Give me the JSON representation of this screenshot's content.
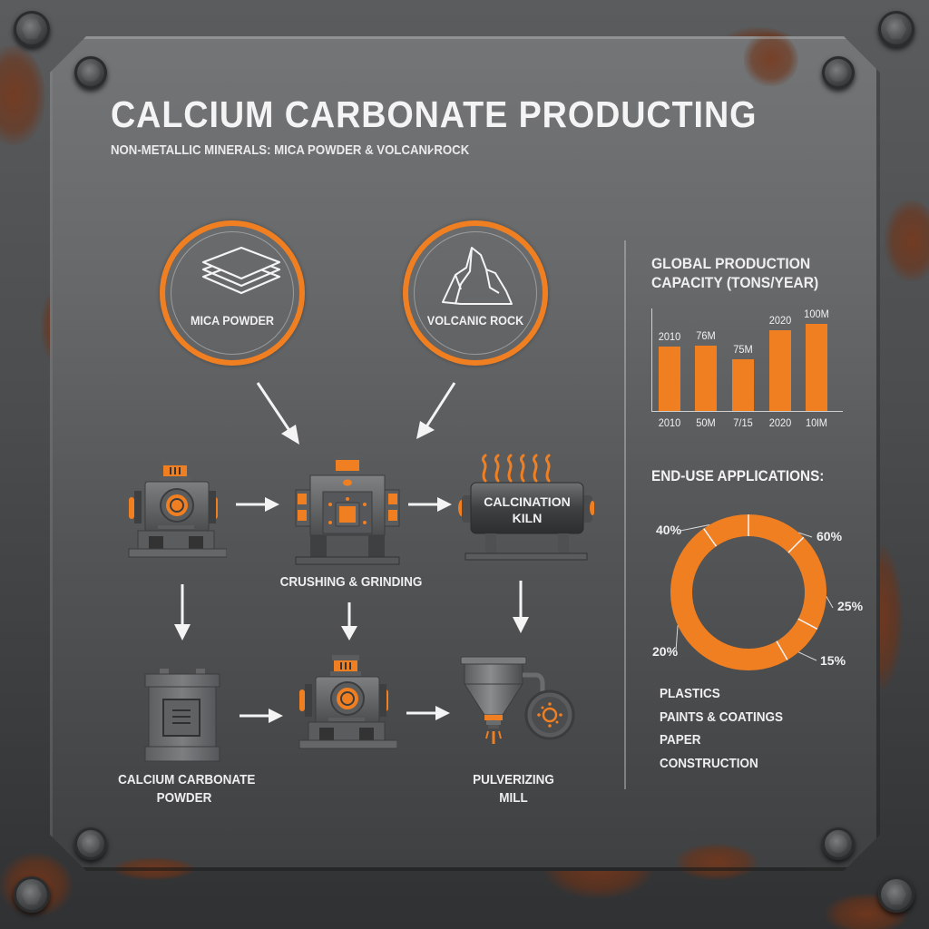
{
  "header": {
    "title": "CALCIUM CARBONATE PRODUCTING",
    "subtitle": "NON-METALLIC MINERALS: MICA POWDER & VOLCANI̷ ROCK"
  },
  "sources": [
    {
      "label": "MICA POWDER",
      "icon": "layers-icon"
    },
    {
      "label": "VOLCANIC ROCK",
      "icon": "mountain-rock-icon"
    }
  ],
  "process": {
    "steps": [
      {
        "id": "feeder",
        "label": "",
        "icon": "gear-motor-icon"
      },
      {
        "id": "crushing",
        "label": "CRUSHING & GRINDING",
        "icon": "crusher-machine-icon"
      },
      {
        "id": "kiln",
        "label": "CALCINATION KILN",
        "label_line1": "CALCINATION",
        "label_line2": "KILN",
        "icon": "kiln-icon"
      },
      {
        "id": "product",
        "label": "CALCIUM CARBONATE POWDER",
        "label_line1": "CALCIUM CARBONATE",
        "label_line2": "POWDER",
        "icon": "container-icon"
      },
      {
        "id": "mill-motor",
        "label": "",
        "icon": "gear-motor-icon"
      },
      {
        "id": "pulverizer",
        "label": "PULVERIZING MILL",
        "label_line1": "PULVERIZING",
        "label_line2": "MILL",
        "icon": "hopper-mill-icon"
      }
    ]
  },
  "colors": {
    "accent": "#f07f22",
    "plate_top": "#737577",
    "plate_bottom": "#3e4042",
    "text": "#f2f2f2"
  },
  "capacity": {
    "title_line1": "GLOBAL PRODUCTION",
    "title_line2": "CAPACITY (TONS/YEAR)"
  },
  "applications": {
    "title": "END-USE APPLICATIONS:",
    "legend": [
      "PLASTICS",
      "PAINTS & COATINGS",
      "PAPER",
      "CONSTRUCTION"
    ]
  },
  "chart_data": [
    {
      "type": "bar",
      "title": "GLOBAL PRODUCTION CAPACITY (TONS/YEAR)",
      "categories": [
        "2010",
        "50M",
        "7/15",
        "2020",
        "10lM"
      ],
      "top_labels": [
        "2010",
        "76M",
        "75M",
        "2020",
        "100M"
      ],
      "values": [
        62,
        63,
        50,
        78,
        84
      ],
      "xlabel": "",
      "ylabel": "",
      "ylim": [
        0,
        100
      ],
      "grid": false,
      "bar_color": "#f07f22"
    },
    {
      "type": "pie",
      "subtype": "donut",
      "title": "END-USE APPLICATIONS:",
      "slice_labels": [
        "60%",
        "25%",
        "15%",
        "20%",
        "40%"
      ],
      "slice_angles_deg": [
        [
          0,
          45
        ],
        [
          45,
          118
        ],
        [
          118,
          150
        ],
        [
          150,
          325
        ],
        [
          325,
          360
        ]
      ],
      "legend": [
        "PLASTICS",
        "PAINTS & COATINGS",
        "PAPER",
        "CONSTRUCTION"
      ],
      "color": "#f07f22"
    }
  ]
}
